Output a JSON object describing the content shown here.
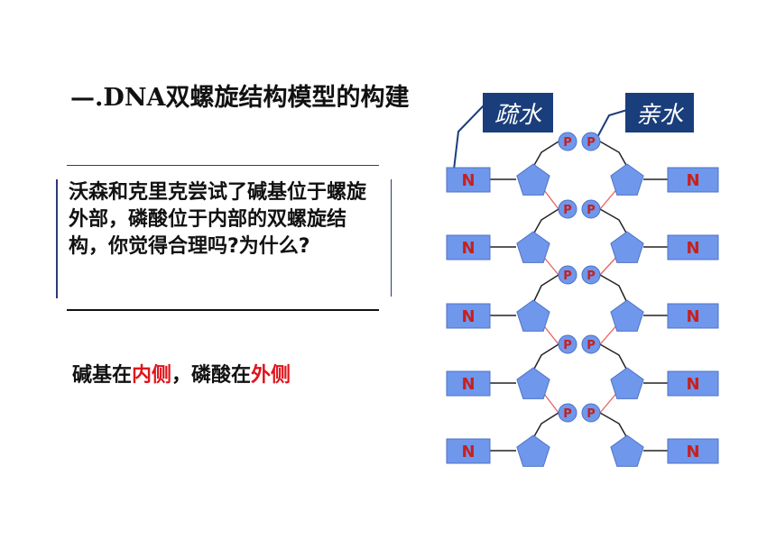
{
  "title": "—.DNA双螺旋结构模型的构建",
  "question": "沃森和克里克尝试了碱基位于螺旋外部，磷酸位于内部的双螺旋结构，你觉得合理吗?为什么?",
  "answer": {
    "part1": "碱基在",
    "part2": "内侧",
    "part3": "，磷酸在",
    "part4": "外侧"
  },
  "diagram": {
    "label_left": "疏水",
    "label_right": "亲水",
    "base_letter": "N",
    "phosphate_letter": "P",
    "colors": {
      "unit_fill": "#6f97ec",
      "unit_stroke": "#4f73c6",
      "base_text": "#c8201d",
      "label_box": "#1a3e7c",
      "red_bond": "#e86060",
      "answer_red": "#e0141b"
    }
  }
}
